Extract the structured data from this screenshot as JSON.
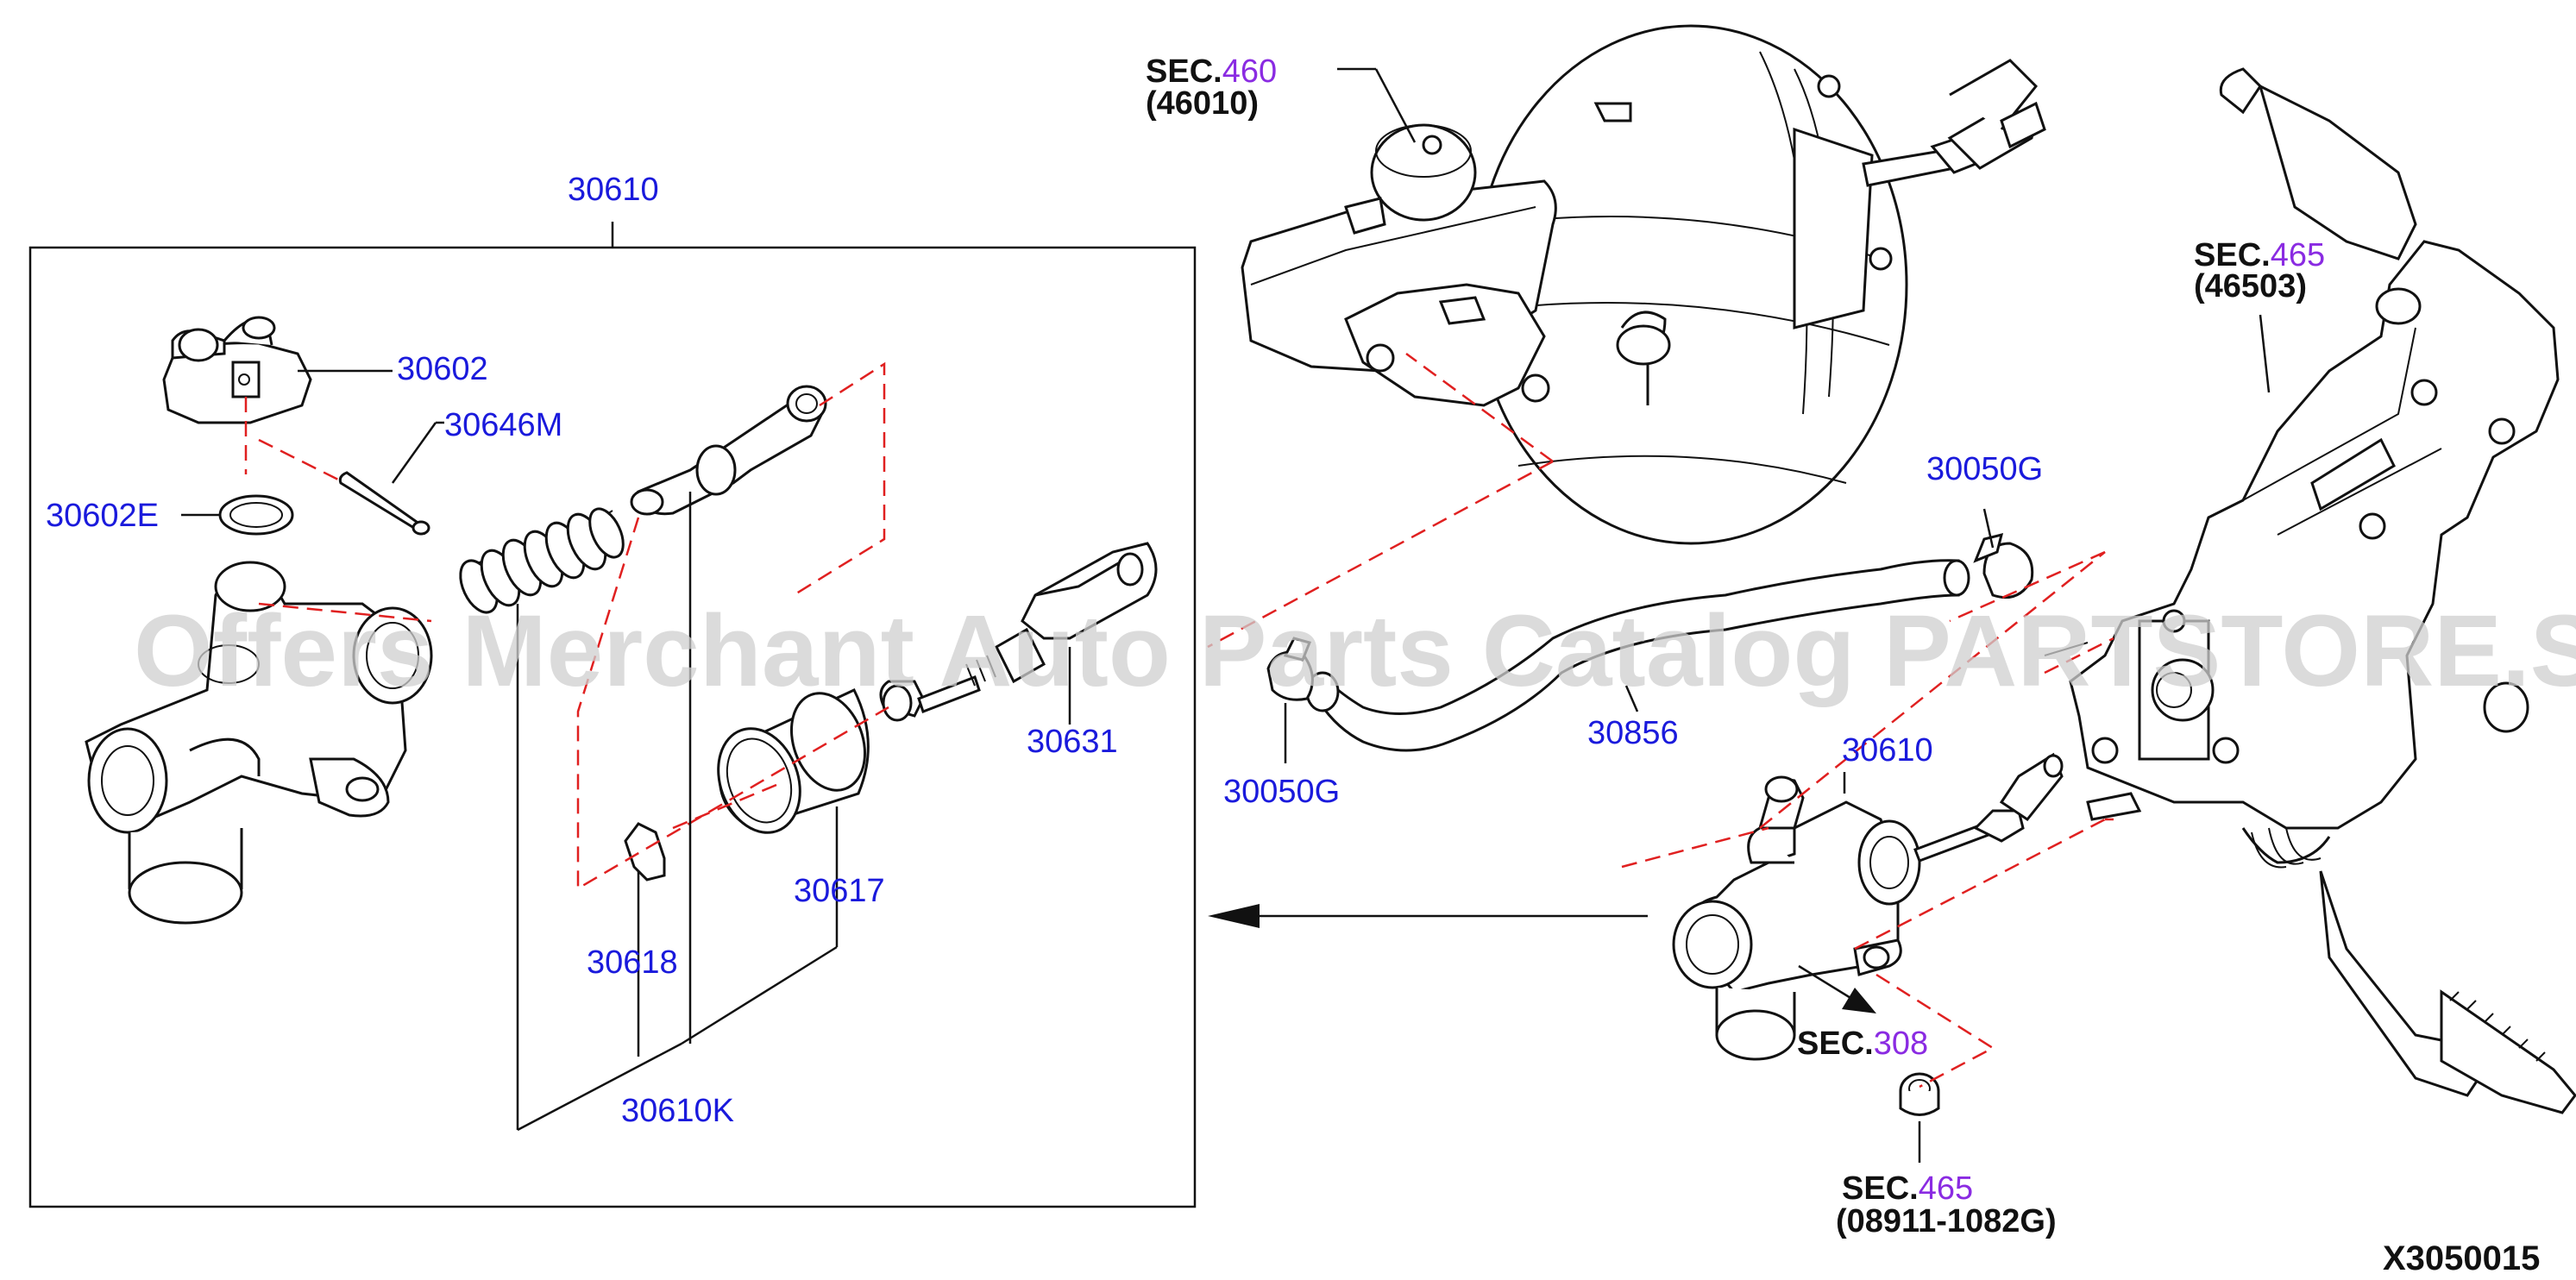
{
  "labels": {
    "kit_main": "30610",
    "clutch_cap": "30602",
    "pin": "30646M",
    "o_ring": "30602E",
    "push_rod": "30631",
    "boot": "30617",
    "clip": "30618",
    "repair_kit": "30610K",
    "hose_clamp_upper": "30050G",
    "hose_clamp_lower": "30050G",
    "hose": "30856",
    "assembly_right": "30610"
  },
  "sections": {
    "brake_booster": {
      "prefix": "SEC.",
      "number": "460",
      "code": "(46010)"
    },
    "pedal_bracket": {
      "prefix": "SEC.",
      "number": "465",
      "code": "(46503)"
    },
    "clutch_line": {
      "prefix": "SEC.",
      "number": "308"
    },
    "nut": {
      "prefix": "SEC.",
      "number": "465",
      "code": "(08911-1082G)"
    }
  },
  "diagram_code": "X3050015",
  "watermark": "Offers Merchant Auto Parts Catalog PARTSTORE.SA",
  "colors": {
    "part_label": "#1a1adc",
    "section_number": "#8a2be2",
    "leader_dash": "#e02020",
    "line": "#111111"
  }
}
